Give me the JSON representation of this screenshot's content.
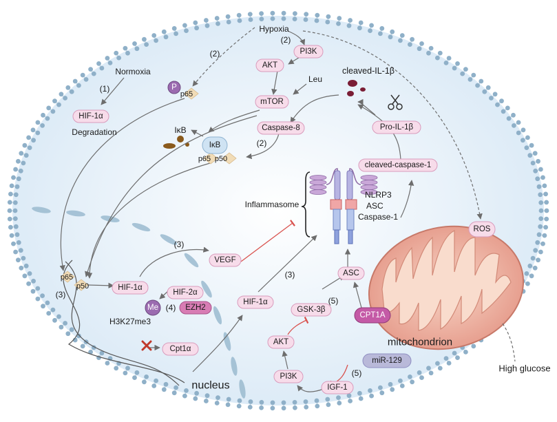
{
  "labels": {
    "hypoxia": "Hypoxia",
    "normoxia": "Normoxia",
    "degradation": "Degradation",
    "leu": "Leu",
    "cleaved_il1b": "cleaved-IL-1β",
    "ikb_free": "IκB",
    "inflammasome": "Inflammasome",
    "nlrp3": "NLRP3",
    "asc_comp": "ASC",
    "casp1_comp": "Caspase-1",
    "nucleus": "nucleus",
    "mitochondrion": "mitochondrion",
    "high_glucose": "High glucose",
    "h3k27me3": "H3K27me3",
    "p65_a": "p65",
    "p65_b": "p65",
    "p50_b": "p50",
    "p65_c": "p65",
    "p50_c": "p50",
    "phospho": "P",
    "methyl": "Me"
  },
  "nodes": {
    "pi3k_top": "PI3K",
    "akt_top": "AKT",
    "mtor": "mTOR",
    "caspase8": "Caspase-8",
    "ikb": "IκB",
    "hif1a_left": "HIF-1α",
    "pro_il1b": "Pro-IL-1β",
    "cleaved_casp1": "cleaved-caspase-1",
    "vegf": "VEGF",
    "hif1a_nuc": "HIF-1α",
    "hif2a": "HIF-2α",
    "ezh2": "EZH2",
    "cpt1a_gene": "Cpt1α",
    "hif1a_mid": "HIF-1α",
    "gsk3b": "GSK-3β",
    "asc": "ASC",
    "akt_low": "AKT",
    "pi3k_low": "PI3K",
    "igf1": "IGF-1",
    "mir129": "miR-129",
    "cpt1a": "CPT1A",
    "ros": "ROS"
  },
  "steps": {
    "s1": "(1)",
    "s2_left": "(2)",
    "s2_top": "(2)",
    "s2_casp": "(2)",
    "s3_vegf": "(3)",
    "s3_nuc": "(3)",
    "s3_mid": "(3)",
    "s4": "(4)",
    "s5_cpt": "(5)",
    "s5_mir": "(5)"
  },
  "colors": {
    "cell_fill": "#e6f1fa",
    "membrane_bead": "#8fb0c8",
    "node_fill": "#f7dcea",
    "node_stroke": "#d99bbc",
    "ezh2_fill": "#d87cb4",
    "cpt1a_fill": "#c45aa6",
    "mir_fill": "#b9b9d9",
    "phospho_fill": "#9b6bb0",
    "methyl_fill": "#9b6bb0",
    "p65_fill": "#f1dcb7",
    "mito_outer": "#e9a99e",
    "mito_inner": "#f6c7b3",
    "inhibit": "#d9534f",
    "arrow": "#6d6d6d"
  },
  "icons": {
    "scissors": "scissors-icon",
    "blocked": "red-x-icon"
  }
}
